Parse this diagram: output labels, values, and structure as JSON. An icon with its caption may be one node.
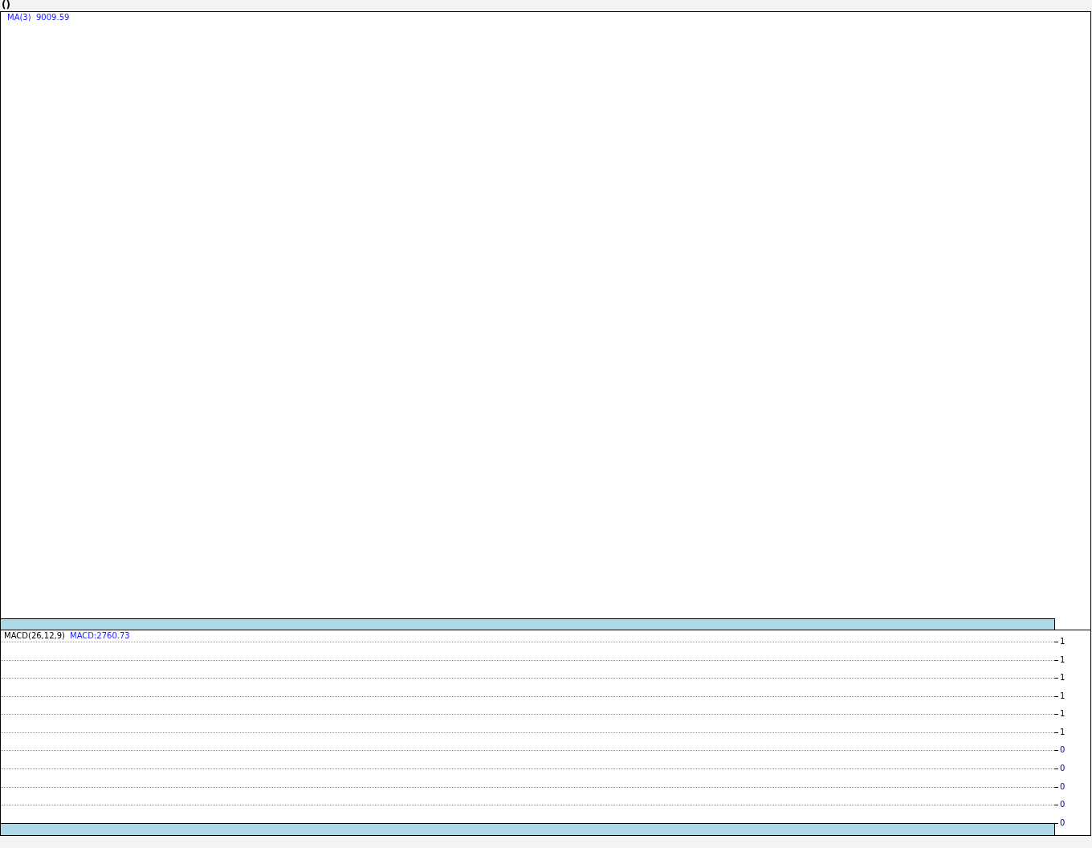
{
  "diagram": {
    "title": "()",
    "labels": [
      "MA(3)",
      "9009.59",
      "MACD(26,12,9)",
      "MACD:2760.73",
      "1",
      "1",
      "1",
      "1",
      "1",
      "1",
      "0",
      "0",
      "0",
      "0",
      "0"
    ]
  }
}
